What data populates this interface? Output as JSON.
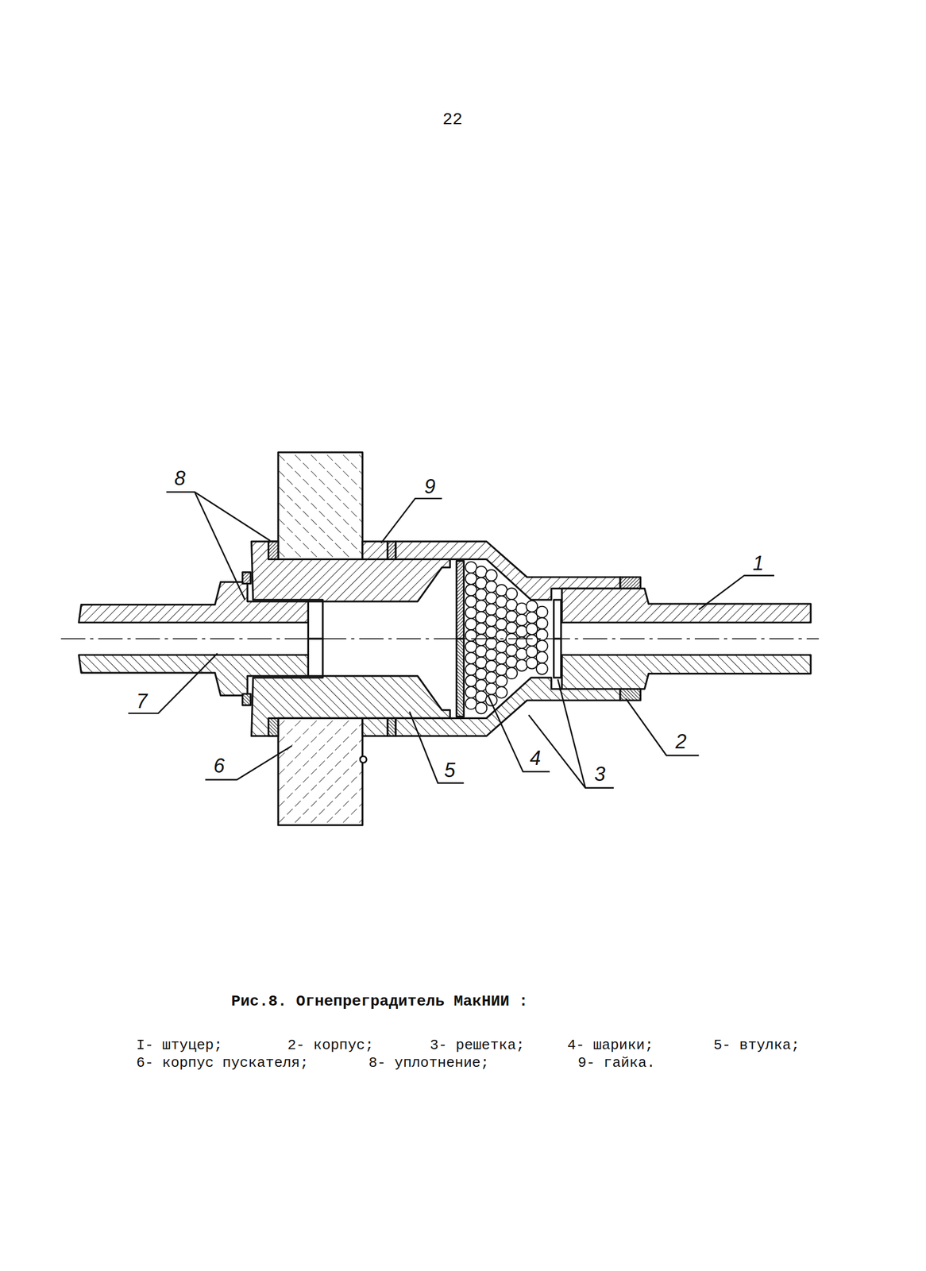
{
  "diagram": {
    "caption": "Рис.8. Огнепреградитель МакНИИ :",
    "labels": [
      "22",
      "8",
      "9",
      "1",
      "7",
      "6",
      "5",
      "4",
      "3",
      "2",
      "I- штуцер;",
      "2- корпус;",
      "3- решетка;",
      "4- шарики;",
      "5- втулка;",
      "6- корпус пускателя;",
      "8- уплотнение;",
      "9- гайка."
    ]
  }
}
